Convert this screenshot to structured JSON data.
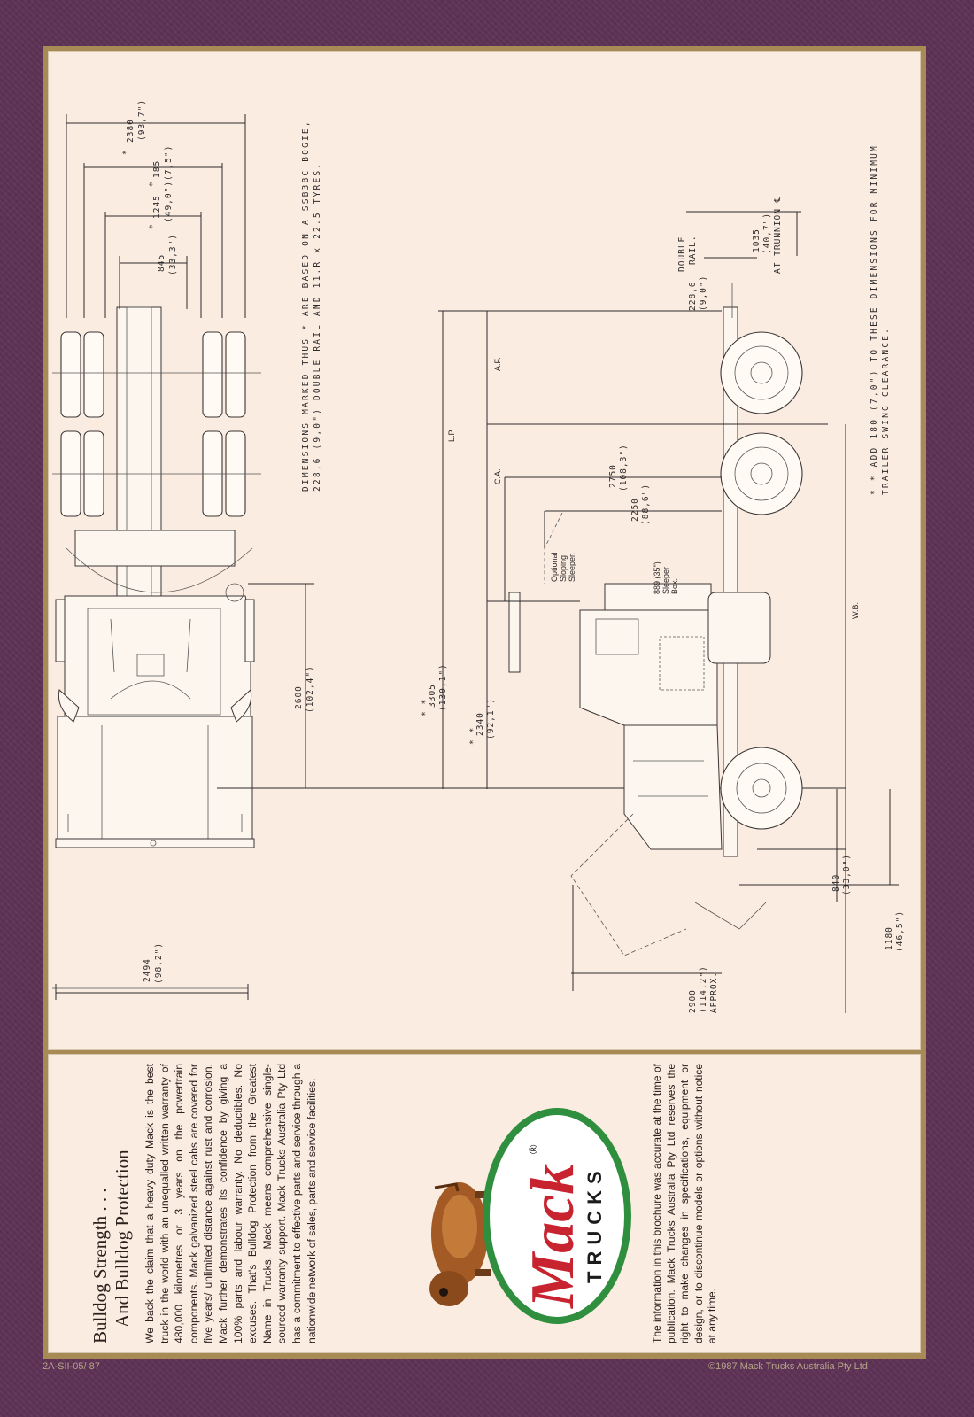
{
  "brochure": {
    "heading_line1": "Bulldog Strength . . .",
    "heading_line2": "And Bulldog Protection",
    "body": "We back the claim that a heavy duty Mack is the best truck in the world with an unequalled written warranty of 480,000 kilometres or 3 years on the powertrain components. Mack galvanized steel cabs are covered for five years/ unlimited distance against rust and corrosion. Mack further demonstrates its confidence by giving a 100% parts and labour warranty. No deductibles. No excuses. That's Bulldog Protection from the Greatest Name in Trucks. Mack means comprehensive single-sourced warranty support. Mack Trucks Australia Pty Ltd has a commitment to effective parts and service through a nationwide network of sales, parts and service facilities.",
    "disclaimer": "The information in this brochure was accurate at the time of publication. Mack Trucks Australia Pty Ltd reserves the right to make changes in specifications, equipment or design, or to discontinue models or options without notice at any time.",
    "logo": {
      "word": "Mack",
      "sub": "TRUCKS",
      "mark": "®",
      "icon": "bulldog-mascot-icon"
    },
    "code": "2A-SII-05/ 87",
    "copyright": "©1987 Mack Trucks Australia Pty Ltd"
  },
  "colors": {
    "frame": "#5e3255",
    "border": "#a88a55",
    "paper": "#fbece2",
    "logo_red": "#c8242f",
    "logo_green": "#2f8f3f"
  },
  "drawing": {
    "top_view": {
      "d2380": "2380",
      "d2380_in": "(93,7\")",
      "d185": "185",
      "d185_in": "(7,5\")",
      "d1245": "1245",
      "d1245_in": "(49,0\")",
      "d845": "845",
      "d845_in": "(33,3\")",
      "d2600": "2600",
      "d2600_in": "(102,4\")",
      "d2494": "2494",
      "d2494_in": "(98,2\")"
    },
    "notes": {
      "n1_l1": "DIMENSIONS MARKED THUS * ARE BASED ON A SSB3BC BOGIE,",
      "n1_l2": "228,6 (9,0\") DOUBLE RAIL AND 11.R x 22.5 TYRES.",
      "n2_l1": "* * ADD 180 (7,0\") TO THESE DIMENSIONS FOR MINIMUM",
      "n2_l2": "TRAILER SWING CLEARANCE."
    },
    "side_view": {
      "lp": "L.P.",
      "af": "A.F.",
      "ca": "C.A.",
      "wb": "W.B.",
      "d2750": "2750",
      "d2750_in": "(108,3\")",
      "d2250": "2250",
      "d2250_in": "(88,6\")",
      "opt1": "Optional",
      "opt2": "Sloping",
      "opt3": "Sleeper.",
      "sb1": "889 (35\")",
      "sb2": "Sleeper",
      "sb3": "Box.",
      "d3305": "3305",
      "d3305_in": "(130,1\")",
      "d2340": "2340",
      "d2340_in": "(92,1\")",
      "d228": "228,6",
      "d228_in": "(9,0\")",
      "dr1": "DOUBLE",
      "dr2": "RAIL.",
      "d1035": "1035",
      "d1035_in": "(40,7\")",
      "trun": "AT TRUNNION ℄",
      "d840": "840",
      "d840_in": "(33,0\")",
      "d1180": "1180",
      "d1180_in": "(46,5\")",
      "d2900": "2900",
      "d2900_in": "(114,2\")",
      "approx": "APPROX.",
      "star": "*",
      "dstar": "* *"
    }
  }
}
